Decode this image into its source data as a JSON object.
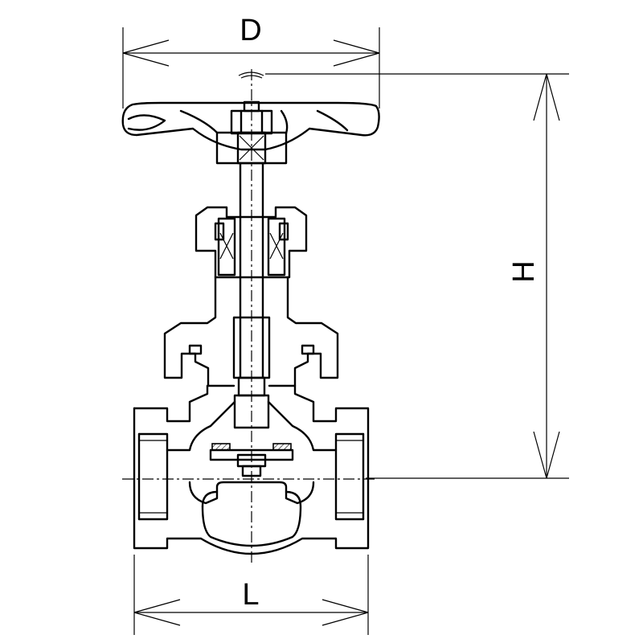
{
  "drawing": {
    "dimension_labels": {
      "diameter": "D",
      "height": "H",
      "length": "L"
    }
  }
}
